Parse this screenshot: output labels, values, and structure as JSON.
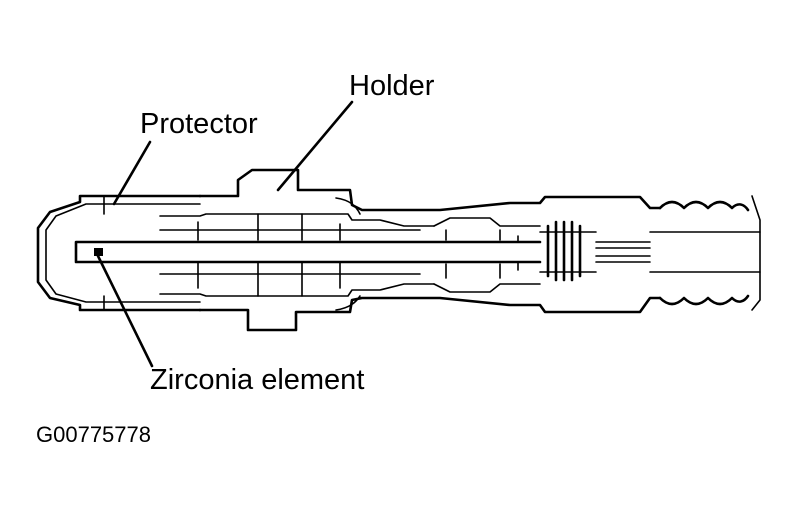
{
  "diagram": {
    "labels": {
      "holder": "Holder",
      "protector": "Protector",
      "zirconia": "Zirconia element"
    },
    "figure_code": "G00775778"
  },
  "colors": {
    "ink": "#000000",
    "background": "#ffffff"
  }
}
